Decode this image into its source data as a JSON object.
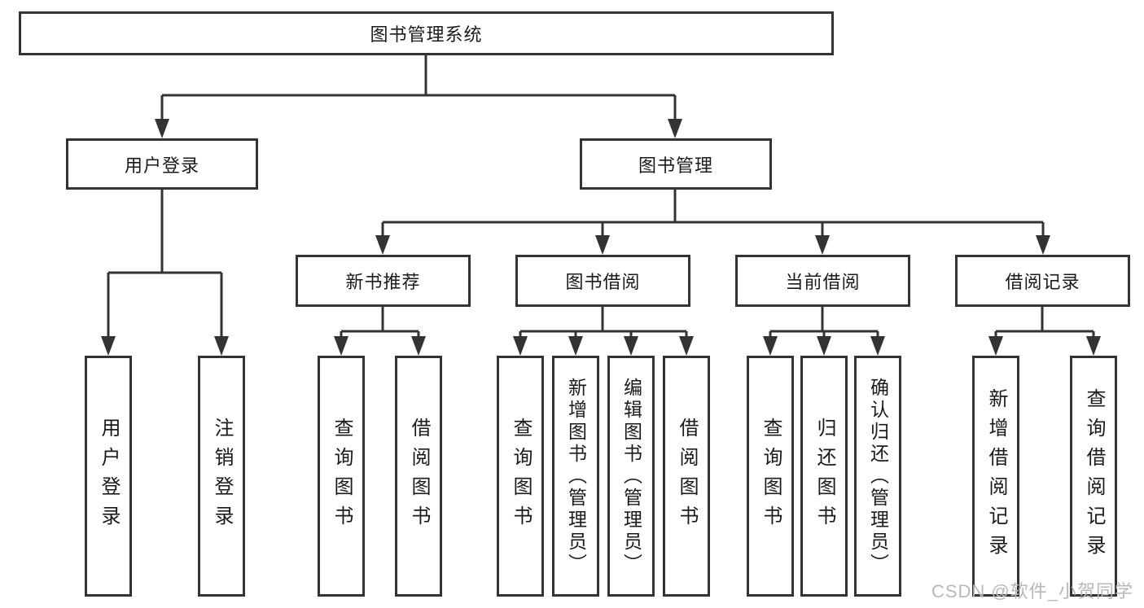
{
  "diagram": {
    "root": {
      "label": "图书管理系统"
    },
    "user_login": {
      "label": "用户登录",
      "children": [
        {
          "label": "用户登录"
        },
        {
          "label": "注销登录"
        }
      ]
    },
    "book_mgmt": {
      "label": "图书管理",
      "sections": {
        "new_book_rec": {
          "label": "新书推荐",
          "children": [
            {
              "label": "查询图书"
            },
            {
              "label": "借阅图书"
            }
          ]
        },
        "book_borrow": {
          "label": "图书借阅",
          "children": [
            {
              "label": "查询图书"
            },
            {
              "label": "新增图书（管理员）"
            },
            {
              "label": "编辑图书（管理员）"
            },
            {
              "label": "借阅图书"
            }
          ]
        },
        "current_borrow": {
          "label": "当前借阅",
          "children": [
            {
              "label": "查询图书"
            },
            {
              "label": "归还图书"
            },
            {
              "label": "确认归还（管理员）"
            }
          ]
        },
        "borrow_records": {
          "label": "借阅记录",
          "children": [
            {
              "label": "新增借阅记录"
            },
            {
              "label": "查询借阅记录"
            }
          ]
        }
      }
    }
  },
  "watermark": {
    "text": "CSDN @软件_小贺同学"
  },
  "colors": {
    "line": "#333333",
    "text": "#1a1a1a",
    "watermark": "#b8b8b8",
    "background": "#ffffff"
  }
}
